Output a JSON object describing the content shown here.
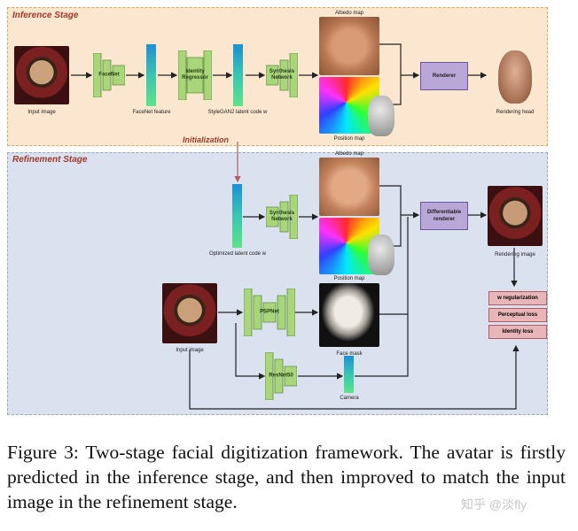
{
  "inference": {
    "title": "Inference Stage",
    "input_label": "Input image",
    "facenet": "FaceNet",
    "facenet_feature": "FaceNet feature",
    "identity_regressor": "Identity Regressor",
    "latent_label": "StyleGAN2 latent code w",
    "synthesis": "Synthesis Network",
    "albedo": "Albedo map",
    "position": "Position map",
    "renderer": "Renderer",
    "rendering_head": "Rendering head"
  },
  "initialization": "Initialization",
  "refinement": {
    "title": "Refinement Stage",
    "optimized_label": "Optimized latent code w",
    "synthesis": "Synthesis Network",
    "albedo": "Albedo map",
    "position": "Position map",
    "diff_renderer": "Differentiable renderer",
    "rendering_image": "Rendering image",
    "losses": [
      "w regularization",
      "Perceptual loss",
      "Identity loss"
    ],
    "input_label": "Input image",
    "pspnet": "PSPNet",
    "face_mask": "Face mask",
    "resnet": "ResNet50",
    "camera": "Camera"
  },
  "caption": "Figure 3: Two-stage facial digitization framework. The avatar is firstly predicted in the inference stage, and then improved to match the input image in the refinement stage.",
  "watermark": "知乎 @淡fly",
  "colors": {
    "net": "#a9d67a",
    "vector": "#2fb8b8",
    "purple": "#b9a7d8",
    "loss": "#e8b6b8"
  }
}
